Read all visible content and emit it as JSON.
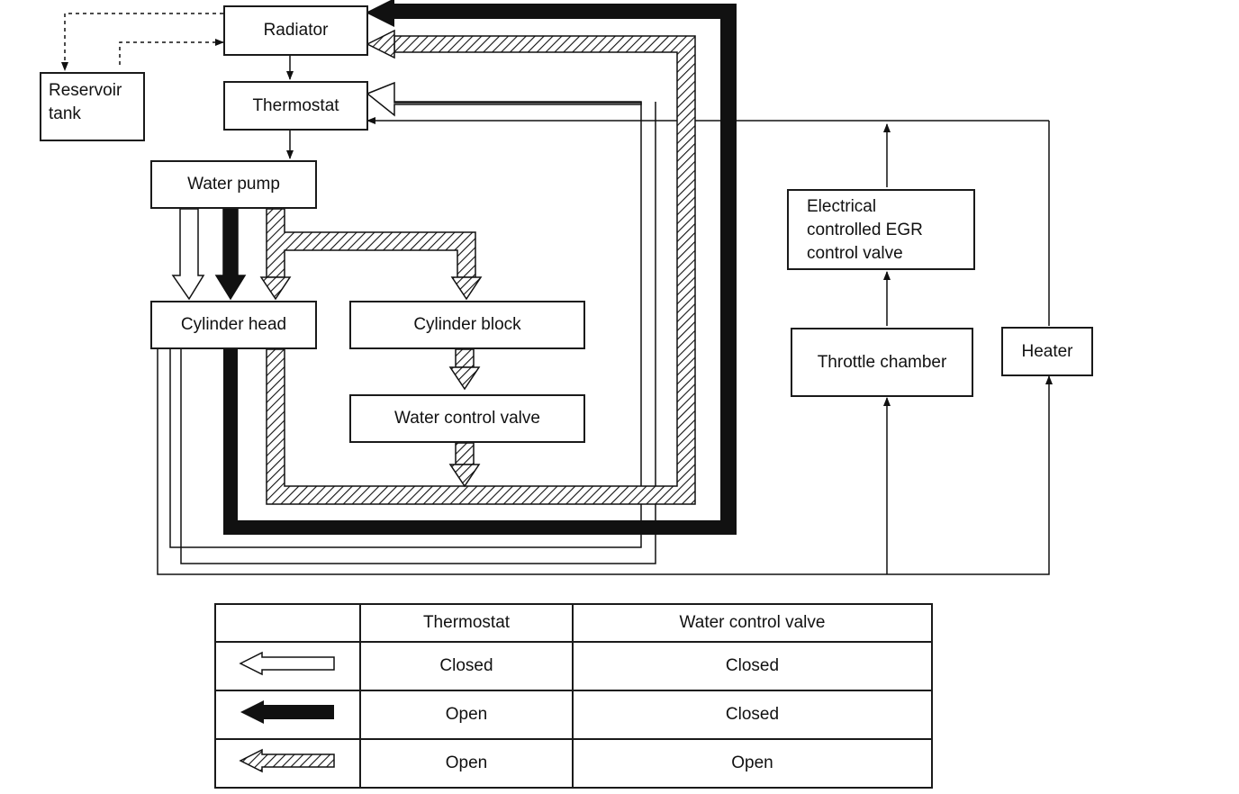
{
  "components": {
    "radiator": "Radiator",
    "reservoir": "Reservoir\ntank",
    "thermostat": "Thermostat",
    "water_pump": "Water pump",
    "cylinder_head": "Cylinder head",
    "cylinder_block": "Cylinder block",
    "water_control_valve": "Water control valve",
    "egr_valve": "Electrical\ncontrolled EGR\ncontrol valve",
    "throttle_chamber": "Throttle chamber",
    "heater": "Heater"
  },
  "legend": {
    "headers": [
      "",
      "Thermostat",
      "Water control valve"
    ],
    "rows": [
      {
        "arrow": "white",
        "thermostat": "Closed",
        "valve": "Closed"
      },
      {
        "arrow": "black",
        "thermostat": "Open",
        "valve": "Closed"
      },
      {
        "arrow": "hatched",
        "thermostat": "Open",
        "valve": "Open"
      }
    ]
  }
}
